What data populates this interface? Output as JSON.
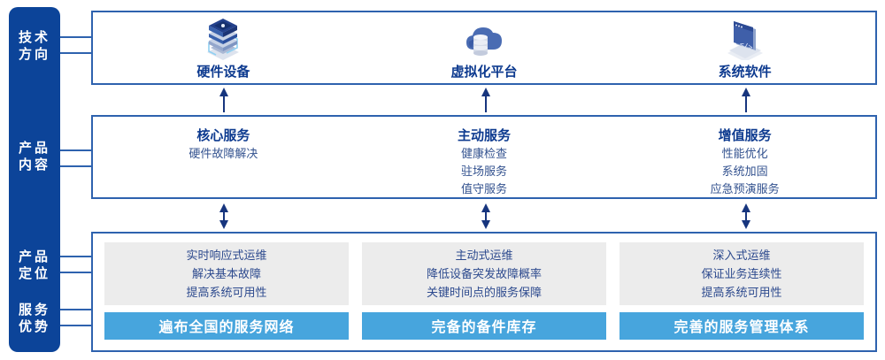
{
  "sidebar": {
    "labels": [
      {
        "text": "技术\n方向"
      },
      {
        "text": "产品\n内容"
      },
      {
        "text": "产品\n定位"
      },
      {
        "text": "服务\n优势"
      }
    ]
  },
  "tech_row": {
    "items": [
      {
        "label": "硬件设备",
        "icon": "server-stack-icon"
      },
      {
        "label": "虚拟化平台",
        "icon": "cloud-database-icon"
      },
      {
        "label": "系统软件",
        "icon": "software-window-icon"
      }
    ]
  },
  "content_row": {
    "columns": [
      {
        "title": "核心服务",
        "items": [
          "硬件故障解决"
        ]
      },
      {
        "title": "主动服务",
        "items": [
          "健康检查",
          "驻场服务",
          "值守服务"
        ]
      },
      {
        "title": "增值服务",
        "items": [
          "性能优化",
          "系统加固",
          "应急预演服务"
        ]
      }
    ]
  },
  "bottom_row": {
    "columns": [
      {
        "positioning": [
          "实时响应式运维",
          "解决基本故障",
          "提高系统可用性"
        ],
        "advantage": "遍布全国的服务网络"
      },
      {
        "positioning": [
          "主动式运维",
          "降低设备突发故障概率",
          "关键时间点的服务保障"
        ],
        "advantage": "完备的备件库存"
      },
      {
        "positioning": [
          "深入式运维",
          "保证业务连续性",
          "提高系统可用性"
        ],
        "advantage": "完善的服务管理体系"
      }
    ]
  },
  "colors": {
    "rail_blue": "#0c4499",
    "border_blue": "#2e62ae",
    "title_navy": "#0d3a8f",
    "body_blue": "#33528f",
    "arrow_navy": "#17357e",
    "gray_box": "#ececec",
    "advantage_bar": "#47a5dd"
  }
}
